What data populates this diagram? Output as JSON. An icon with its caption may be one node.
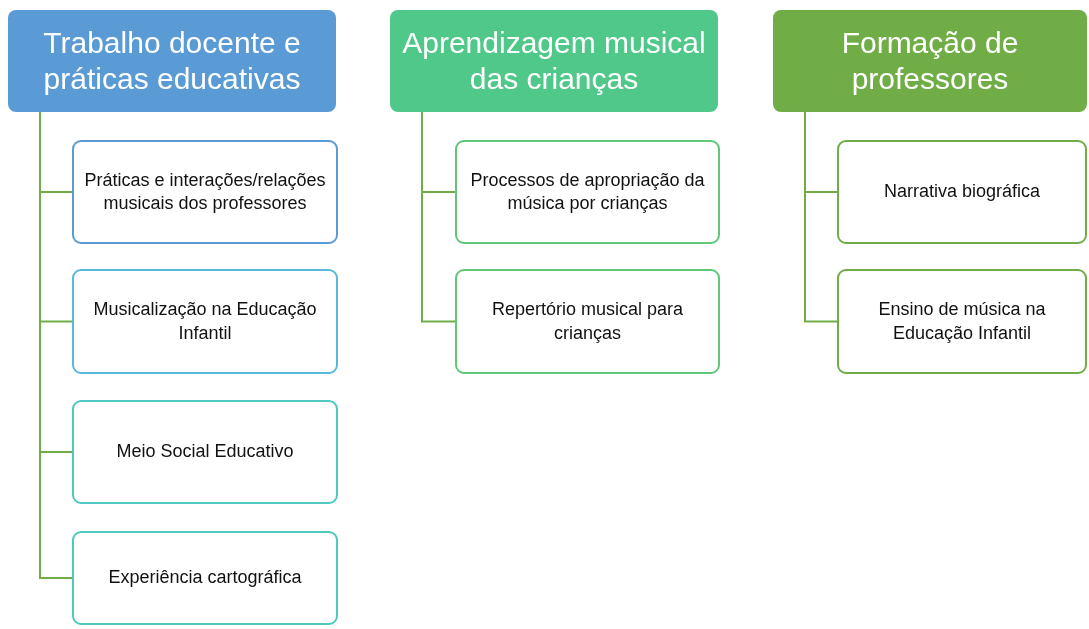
{
  "diagram": {
    "nodes": [
      {
        "text": [
          "Trabalho docente e práticas educativas"
        ]
      },
      {
        "text": [
          "Práticas e interações/relações musicais dos professores"
        ]
      },
      {
        "text": [
          "Musicalização na Educação Infantil"
        ]
      },
      {
        "text": [
          "Meio Social Educativo"
        ]
      },
      {
        "text": [
          "Experiência cartográfica"
        ]
      },
      {
        "text": [
          "Aprendizagem musical das crianças"
        ]
      },
      {
        "text": [
          "Processos de apropriação da música por crianças"
        ]
      },
      {
        "text": [
          "Repertório musical para crianças"
        ]
      },
      {
        "text": [
          "Formação de professores"
        ]
      },
      {
        "text": [
          "Narrativa biográfica"
        ]
      },
      {
        "text": [
          "Ensino de música na Educação Infantil"
        ]
      }
    ],
    "edges": [
      {
        "from": 0,
        "to": 1,
        "arrow": "none"
      },
      {
        "from": 0,
        "to": 2,
        "arrow": "none"
      },
      {
        "from": 0,
        "to": 3,
        "arrow": "none"
      },
      {
        "from": 0,
        "to": 4,
        "arrow": "none"
      },
      {
        "from": 5,
        "to": 6,
        "arrow": "none"
      },
      {
        "from": 5,
        "to": 7,
        "arrow": "none"
      },
      {
        "from": 8,
        "to": 9,
        "arrow": "none"
      },
      {
        "from": 8,
        "to": 10,
        "arrow": "none"
      }
    ]
  }
}
